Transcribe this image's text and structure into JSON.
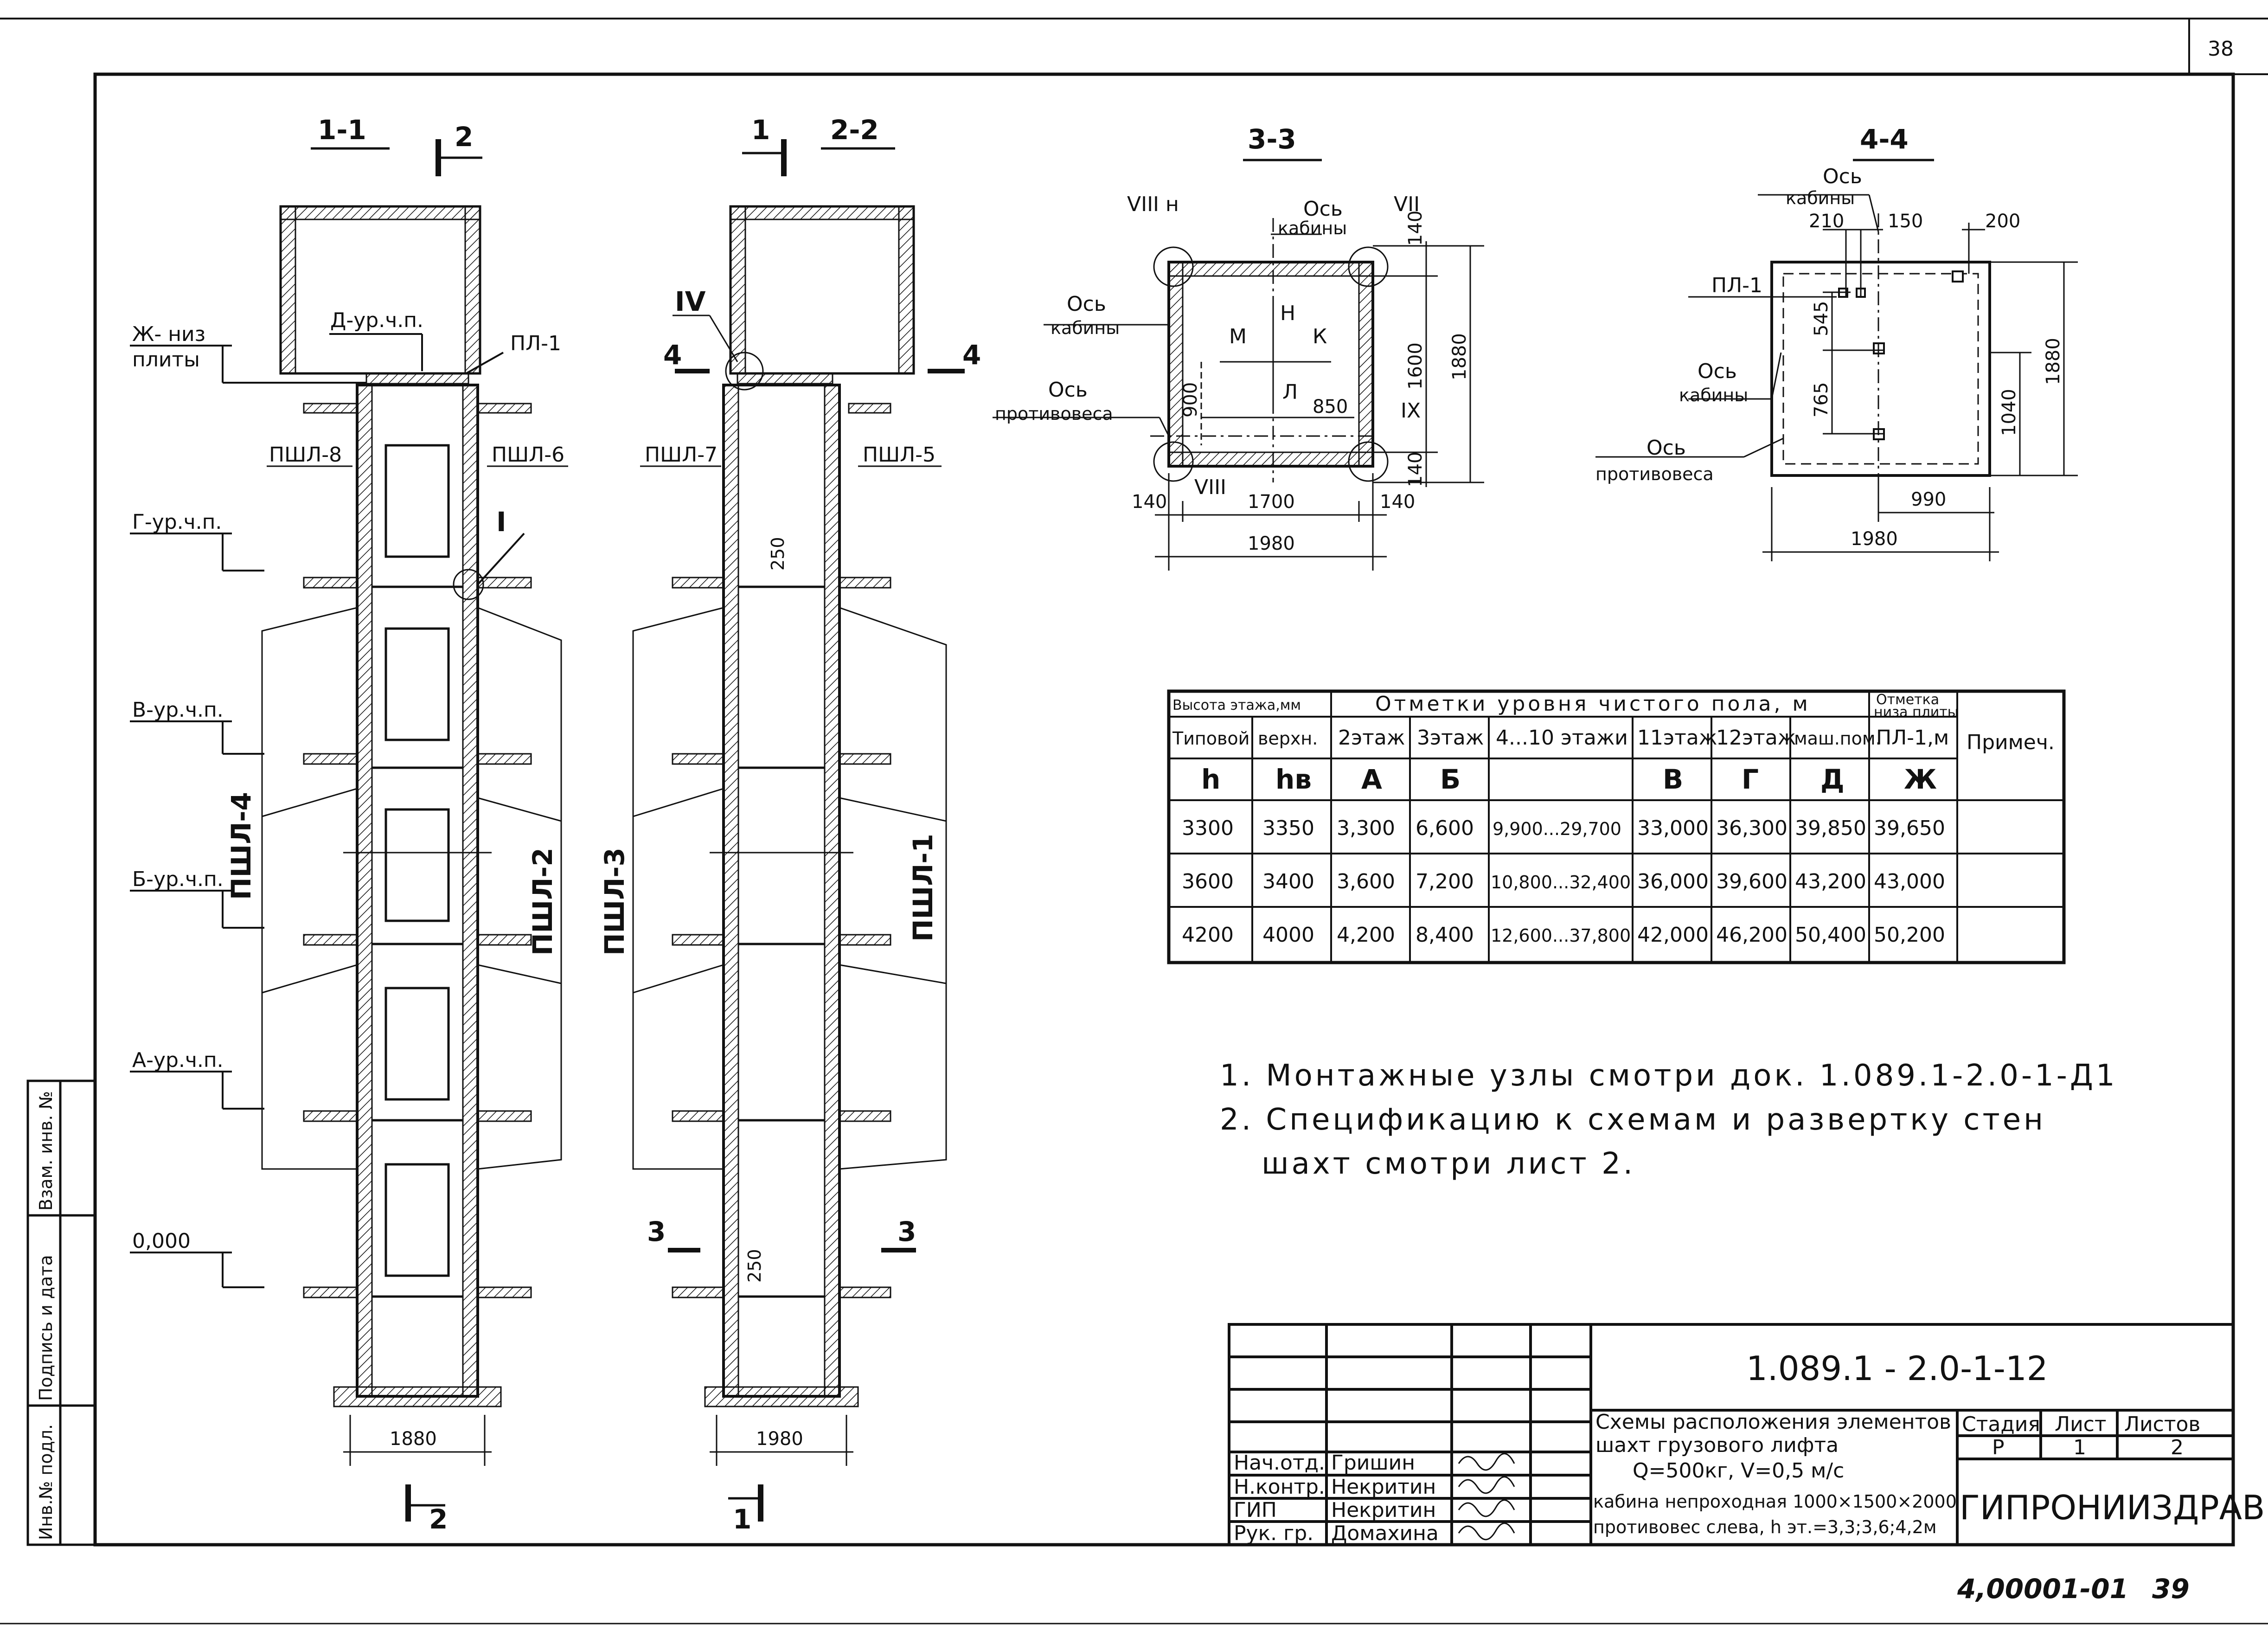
{
  "sheet_number_top": "38",
  "sheet_number_bottom": "39",
  "archive_code": "4,00001-01",
  "sections": {
    "s11": {
      "title": "1-1",
      "mark_top": "2",
      "mark_bottom": "2",
      "width_dim": "1880"
    },
    "s22": {
      "title": "2-2",
      "mark_top": "1",
      "mark_bottom": "1",
      "width_dim": "1980",
      "dim_250_top": "250",
      "dim_250_bot": "250"
    },
    "s33": {
      "title": "3-3"
    },
    "s44": {
      "title": "4-4"
    }
  },
  "levels": {
    "zh": "Ж- низ",
    "zh2": "плиты",
    "d": "Д-ур.ч.п.",
    "g": "Г-ур.ч.п.",
    "v": "В-ур.ч.п.",
    "b": "Б-ур.ч.п.",
    "a": "А-ур.ч.п.",
    "zero": "0,000"
  },
  "elements": {
    "pl1": "ПЛ-1",
    "pshl8": "ПШЛ-8",
    "pshl6": "ПШЛ-6",
    "pshl7": "ПШЛ-7",
    "pshl5": "ПШЛ-5",
    "pshl4": "ПШЛ-4",
    "pshl2": "ПШЛ-2",
    "pshl3": "ПШЛ-3",
    "pshl1": "ПШЛ-1",
    "node_i": "I",
    "node_iv": "IV",
    "mark4": "4",
    "mark3": "3"
  },
  "plan33": {
    "node_viii_n": "VIII н",
    "node_vii": "VII",
    "node_viii": "VIII",
    "node_ix": "IX",
    "axis_cabin_top1": "Ось",
    "axis_cabin_top2": "кабины",
    "axis_cabin_left1": "Ось",
    "axis_cabin_left2": "кабины",
    "axis_cw1": "Ось",
    "axis_cw2": "противовеса",
    "m": "М",
    "n": "Н",
    "k": "К",
    "l": "Л",
    "d140a": "140",
    "d1600": "1600",
    "d1880": "1880",
    "d900": "900",
    "d850": "850",
    "d140b": "140",
    "d140c": "140",
    "d1700": "1700",
    "d140d": "140",
    "d1980": "1980"
  },
  "plan44": {
    "axis_cabin_top1": "Ось",
    "axis_cabin_top2": "кабины",
    "d210": "210",
    "d150": "150",
    "d200": "200",
    "pl1": "ПЛ-1",
    "d545": "545",
    "d765": "765",
    "axis_cabin1": "Ось",
    "axis_cabin2": "кабины",
    "axis_cw1": "Ось",
    "axis_cw2": "противовеса",
    "d1880": "1880",
    "d1040": "1040",
    "d990": "990",
    "d1980": "1980"
  },
  "levels_table": {
    "h_floor_height": "Высота этажа,мм",
    "h_marks": "Отметки уровня чистого пола, м",
    "h_slab1": "Отметка",
    "h_slab2": "низа плиты",
    "h_note": "Примеч.",
    "sub": [
      "Типовой",
      "верхн.",
      "2этаж",
      "3этаж",
      "4...10 этажи",
      "11этаж",
      "12этаж",
      "маш.пом.",
      "ПЛ-1,м"
    ],
    "letters": [
      "h",
      "hв",
      "А",
      "Б",
      "",
      "В",
      "Г",
      "Д",
      "Ж"
    ],
    "rows": [
      [
        "3300",
        "3350",
        "3,300",
        "6,600",
        "9,900...29,700",
        "33,000",
        "36,300",
        "39,850",
        "39,650"
      ],
      [
        "3600",
        "3400",
        "3,600",
        "7,200",
        "10,800...32,400",
        "36,000",
        "39,600",
        "43,200",
        "43,000"
      ],
      [
        "4200",
        "4000",
        "4,200",
        "8,400",
        "12,600...37,800",
        "42,000",
        "46,200",
        "50,400",
        "50,200"
      ]
    ]
  },
  "notes": [
    "1. Монтажные узлы смотри док. 1.089.1-2.0-1-Д1",
    "2. Спецификацию к схемам и развертку стен",
    "шахт смотри лист 2."
  ],
  "title_block": {
    "doc_code": "1.089.1 - 2.0-1-12",
    "title_lines": [
      "Схемы расположения элементов",
      "шахт грузового лифта",
      "Q=500кг,  V=0,5 м/с",
      "кабина непроходная 1000×1500×2000",
      "противовес слева, h эт.=3,3;3,6;4,2м"
    ],
    "stage_label": "Стадия",
    "sheet_label": "Лист",
    "sheets_label": "Листов",
    "stage": "Р",
    "sheet": "1",
    "sheets": "2",
    "org": "ГИПРОНИИЗДРАВ",
    "staff": [
      {
        "role": "Нач.отд.",
        "name": "Гришин"
      },
      {
        "role": "Н.контр.",
        "name": "Некритин"
      },
      {
        "role": "ГИП",
        "name": "Некритин"
      },
      {
        "role": "Рук. гр.",
        "name": "Домахина"
      }
    ]
  },
  "side_stamp": {
    "inv_orig": "Инв.№ подл.",
    "sign_date": "Подпись и дата",
    "inv_vzam": "Взам. инв. №"
  }
}
